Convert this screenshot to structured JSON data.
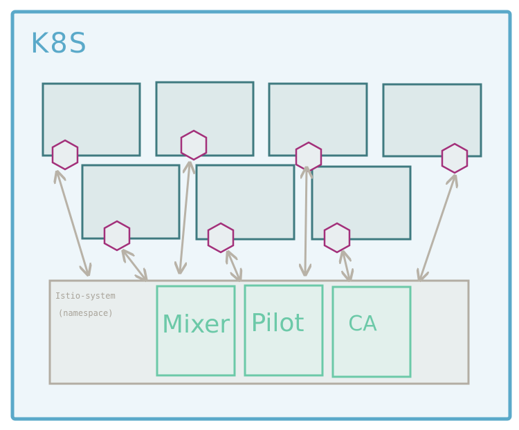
{
  "cluster": {
    "label": "K8S"
  },
  "namespace": {
    "name": "Istio-system",
    "note": "(namespace)"
  },
  "components": [
    {
      "label": "Mixer"
    },
    {
      "label": "Pilot"
    },
    {
      "label": "CA"
    }
  ],
  "colors": {
    "cluster_border": "#5aa9c9",
    "cluster_fill": "#eef6fa",
    "pod_border": "#3f7a80",
    "pod_fill": "#dde9ea",
    "sidecar": "#a3307a",
    "namespace_border": "#b3ada3",
    "namespace_fill": "#e9eeee",
    "component_border": "#6cc9a8",
    "component_fill": "#e2f0ec",
    "arrow": "#b8b2a7"
  }
}
